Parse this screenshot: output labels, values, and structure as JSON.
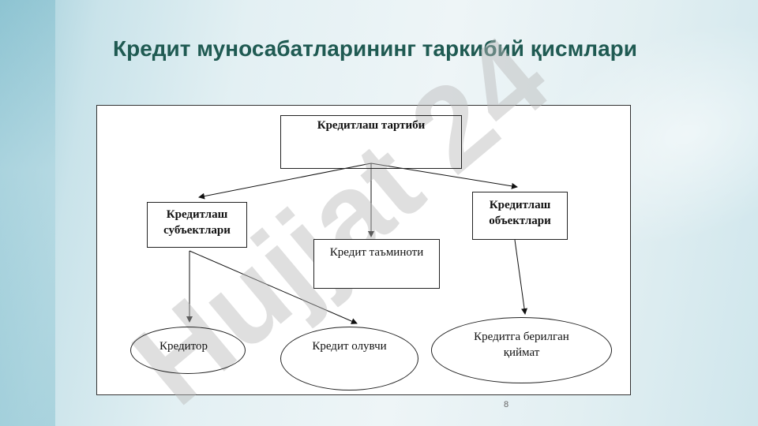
{
  "slide": {
    "title": "Кредит муносабатларининг таркибий қисмлари",
    "page_number": "8"
  },
  "diagram": {
    "root": "Кредитлаш тартиби",
    "subjects": "Кредитлаш субъектлари",
    "security": "Кредит таъминоти",
    "objects": "Кредитлаш объектлари",
    "creditor": "Кредитор",
    "borrower": "Кредит олувчи",
    "value": "Кредитга берилган қиймат"
  },
  "watermark": {
    "text": "Hujjat 24"
  }
}
